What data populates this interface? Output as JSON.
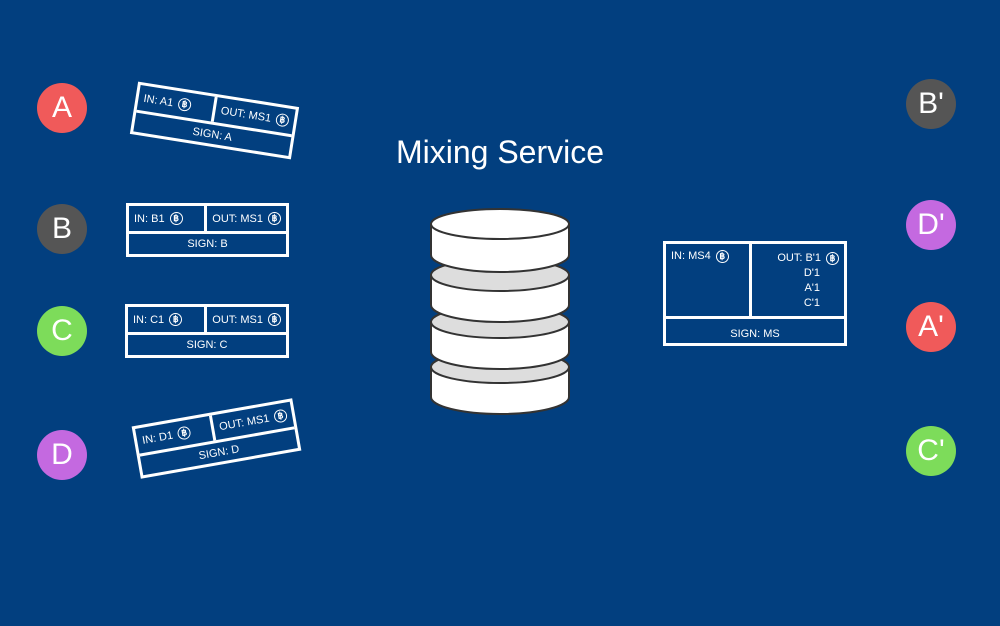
{
  "title": "Mixing Service",
  "inputs": [
    {
      "label": "A",
      "color": "#f05a5a"
    },
    {
      "label": "B",
      "color": "#555555"
    },
    {
      "label": "C",
      "color": "#7ddc5a"
    },
    {
      "label": "D",
      "color": "#c469e0"
    }
  ],
  "outputs": [
    {
      "label": "B'",
      "color": "#555555"
    },
    {
      "label": "D'",
      "color": "#c469e0"
    },
    {
      "label": "A'",
      "color": "#f05a5a"
    },
    {
      "label": "C'",
      "color": "#7ddc5a"
    }
  ],
  "transactions": [
    {
      "in": "IN: A1",
      "out": "OUT: MS1",
      "sign": "SIGN: A"
    },
    {
      "in": "IN: B1",
      "out": "OUT: MS1",
      "sign": "SIGN: B"
    },
    {
      "in": "IN: C1",
      "out": "OUT: MS1",
      "sign": "SIGN: C"
    },
    {
      "in": "IN: D1",
      "out": "OUT: MS1",
      "sign": "SIGN: D"
    }
  ],
  "mix_tx": {
    "in": "IN: MS4",
    "out": [
      "OUT: B'1",
      "D'1",
      "A'1",
      "C'1"
    ],
    "sign": "SIGN: MS"
  },
  "bitcoin_symbol": "฿",
  "icon": "database-icon"
}
